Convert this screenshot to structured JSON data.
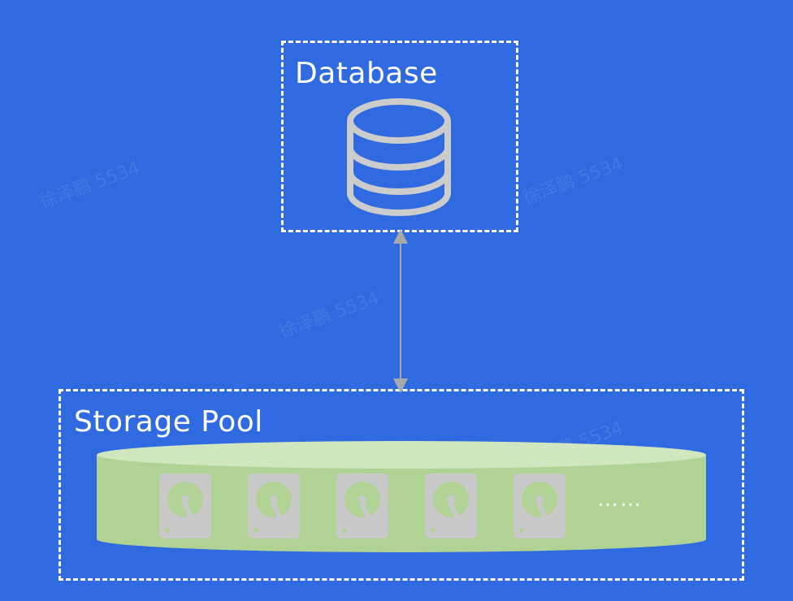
{
  "database": {
    "label": "Database",
    "icon": "database-icon"
  },
  "storage_pool": {
    "label": "Storage Pool",
    "disks": 5,
    "ellipsis": "……",
    "icon": "hard-disk-icon"
  },
  "connector": {
    "type": "bidirectional-arrow"
  },
  "watermark": "徐泽鹏 5534",
  "colors": {
    "background": "#2f6ae0",
    "border": "#ffffff",
    "pool_fill": "#b0d295",
    "pool_top": "#cfe6bf",
    "icon": "#cccccc",
    "arrow": "#a9a9a9"
  }
}
